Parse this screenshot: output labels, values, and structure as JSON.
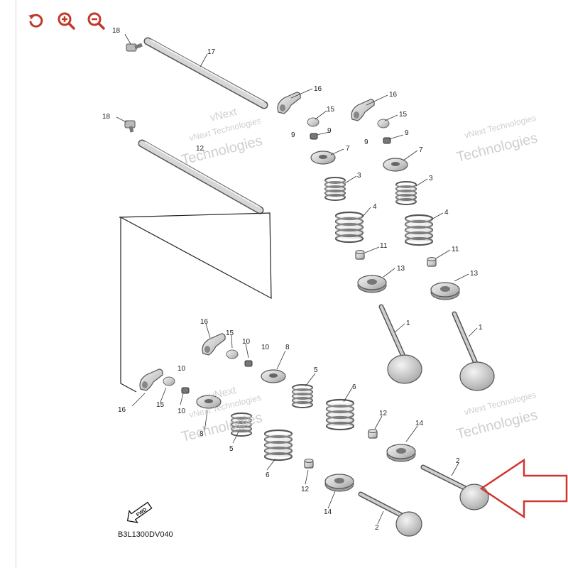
{
  "toolbar": {
    "reset_icon": "rotate-ccw-icon",
    "zoom_in_icon": "zoom-in-icon",
    "zoom_out_icon": "zoom-out-icon",
    "icon_color": "#c0392b"
  },
  "diagram": {
    "code": "B3L1300DV040",
    "fwd_label": "FWD",
    "watermark_line1": "vNext Technologies",
    "watermark_line2": "Technologies",
    "watermark_partial": "vNext",
    "arrow_color": "#d0352e",
    "labels": {
      "l18a": "18",
      "l17": "17",
      "l16a": "16",
      "l15a": "15",
      "l9a": "9",
      "l9b": "9",
      "l16b": "16",
      "l15b": "15",
      "l9c": "9",
      "l9d": "9",
      "l18b": "18",
      "l12top": "12",
      "l7a": "7",
      "l7b": "7",
      "l3a": "3",
      "l3b": "3",
      "l4a": "4",
      "l4b": "4",
      "l11a": "11",
      "l11b": "11",
      "l13a": "13",
      "l13b": "13",
      "l1a": "1",
      "l1b": "1",
      "l16c": "16",
      "l15c": "15",
      "l10a": "10",
      "l10b": "10",
      "l8a": "8",
      "l16d": "16",
      "l15d": "15",
      "l10c": "10",
      "l10d": "10",
      "l8b": "8",
      "l5a": "5",
      "l6a": "6",
      "l5b": "5",
      "l6b": "6",
      "l12a": "12",
      "l14a": "14",
      "l2a": "2",
      "l12b": "12",
      "l14b": "14",
      "l2b": "2"
    }
  }
}
